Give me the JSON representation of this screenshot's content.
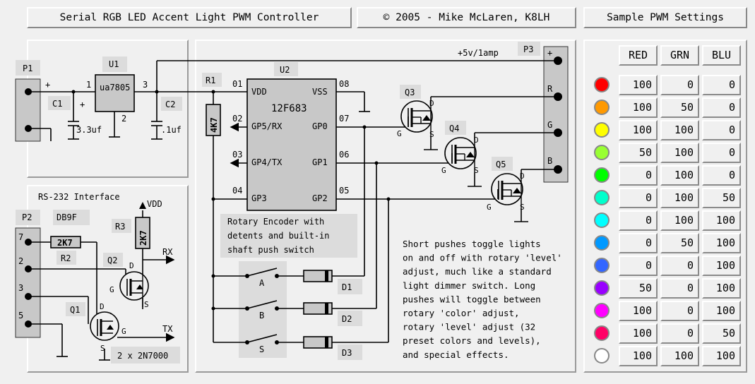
{
  "header": {
    "title": "Serial RGB LED Accent Light PWM Controller",
    "copyright": "© 2005 - Mike McLaren, K8LH",
    "settings_title": "Sample PWM Settings"
  },
  "schematic": {
    "labels": {
      "p1": "P1",
      "u1": "U1",
      "u1_part": "ua7805",
      "u1_pin1": "1",
      "u1_pin2": "2",
      "u1_pin3": "3",
      "c1": "C1",
      "c1_val": "3.3uf",
      "c2": "C2",
      "c2_val": ".1uf",
      "plus1": "+",
      "plus2": "+",
      "r1": "R1",
      "r1_val": "4K7",
      "u2": "U2",
      "u2_part": "12F683",
      "pin01": "01",
      "pin02": "02",
      "pin03": "03",
      "pin04": "04",
      "pin05": "05",
      "pin06": "06",
      "pin07": "07",
      "pin08": "08",
      "vdd": "VDD",
      "vss": "VSS",
      "gp5": "GP5/RX",
      "gp4": "GP4/TX",
      "gp3": "GP3",
      "gp0": "GP0",
      "gp1": "GP1",
      "gp2": "GP2",
      "supply": "+5v/1amp",
      "p3": "P3",
      "p3_plus": "+",
      "p3_r": "R",
      "p3_g": "G",
      "p3_b": "B",
      "q3": "Q3",
      "q4": "Q4",
      "q5": "Q5",
      "d": "D",
      "s": "S",
      "g": "G",
      "rs232": "RS-232 Interface",
      "p2": "P2",
      "db9f": "DB9F",
      "p2_7": "7",
      "p2_2": "2",
      "p2_3": "3",
      "p2_5": "5",
      "r2": "R2",
      "r2_val": "2K7",
      "r3": "R3",
      "r3_val": "2K7",
      "vdd2": "VDD",
      "rx": "RX",
      "tx": "TX",
      "q1": "Q1",
      "q2": "Q2",
      "mosfets": "2 x 2N7000",
      "encoder_l1": "Rotary Encoder with",
      "encoder_l2": "detents and built-in",
      "encoder_l3": "shaft push switch",
      "sw_a": "A",
      "sw_b": "B",
      "sw_s": "S",
      "d1": "D1",
      "d2": "D2",
      "d3": "D3"
    },
    "description": [
      "Short pushes toggle lights",
      "on and off with rotary 'level'",
      "adjust, much like a standard",
      "light dimmer switch.  Long",
      "pushes will toggle between",
      "rotary 'color' adjust,",
      "rotary 'level' adjust (32",
      "preset colors and levels),",
      "and special effects."
    ]
  },
  "pwm_table": {
    "headers": [
      "RED",
      "GRN",
      "BLU"
    ],
    "rows": [
      {
        "color": "#ff0000",
        "red": "100",
        "grn": "0",
        "blu": "0"
      },
      {
        "color": "#ff9900",
        "red": "100",
        "grn": "50",
        "blu": "0"
      },
      {
        "color": "#ffff00",
        "red": "100",
        "grn": "100",
        "blu": "0"
      },
      {
        "color": "#99ff33",
        "red": "50",
        "grn": "100",
        "blu": "0"
      },
      {
        "color": "#00ff00",
        "red": "0",
        "grn": "100",
        "blu": "0"
      },
      {
        "color": "#00ffcc",
        "red": "0",
        "grn": "100",
        "blu": "50"
      },
      {
        "color": "#00ffff",
        "red": "0",
        "grn": "100",
        "blu": "100"
      },
      {
        "color": "#0099ff",
        "red": "0",
        "grn": "50",
        "blu": "100"
      },
      {
        "color": "#3366ff",
        "red": "0",
        "grn": "0",
        "blu": "100"
      },
      {
        "color": "#9900ff",
        "red": "50",
        "grn": "0",
        "blu": "100"
      },
      {
        "color": "#ff00ff",
        "red": "100",
        "grn": "0",
        "blu": "100"
      },
      {
        "color": "#ff0066",
        "red": "100",
        "grn": "0",
        "blu": "50"
      },
      {
        "color": "#ffffff",
        "red": "100",
        "grn": "100",
        "blu": "100"
      }
    ]
  }
}
